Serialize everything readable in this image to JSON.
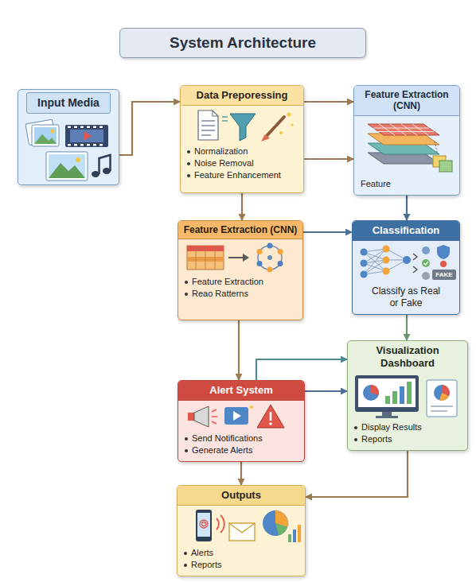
{
  "diagram": {
    "title": "System Architecture",
    "nodes": [
      {
        "text": [
          "Input Media"
        ]
      },
      {
        "text": [
          "Data Preporessing",
          "Normalization",
          "Noise Removal",
          "Feature Enhancement"
        ]
      },
      {
        "text": [
          "Feature Extraction (CNN)",
          "Feature"
        ]
      },
      {
        "text": [
          "Feature Extraction (CNN)",
          "Feature Extraction",
          "Reao Ratterns"
        ]
      },
      {
        "text": [
          "Classification",
          "Classify as Real or Fake"
        ]
      },
      {
        "text": [
          "Visualization Dashboard",
          "Display Results",
          "Reports"
        ]
      },
      {
        "text": [
          "Alert System",
          "Send Notifications",
          "Generate Alerts"
        ]
      },
      {
        "text": [
          "Outputs",
          "Alerts",
          "Reports"
        ]
      }
    ],
    "edges": [
      {
        "from": 0,
        "to": 1,
        "arrow": "to"
      },
      {
        "from": 1,
        "to": 2,
        "arrow": "to"
      },
      {
        "from": 1,
        "to": 2,
        "arrow": "to"
      },
      {
        "from": 1,
        "to": 3,
        "arrow": "to"
      },
      {
        "from": 2,
        "to": 4,
        "arrow": "to"
      },
      {
        "from": 3,
        "to": 4,
        "arrow": "to"
      },
      {
        "from": 4,
        "to": 5,
        "arrow": "to"
      },
      {
        "from": 3,
        "to": 6,
        "arrow": "to"
      },
      {
        "from": 6,
        "to": 5,
        "arrow": "to"
      },
      {
        "from": 6,
        "to": 5,
        "arrow": "to"
      },
      {
        "from": 6,
        "to": 7,
        "arrow": "to"
      },
      {
        "from": 5,
        "to": 7,
        "arrow": "to"
      }
    ],
    "labels": [
      "FAKE"
    ]
  }
}
